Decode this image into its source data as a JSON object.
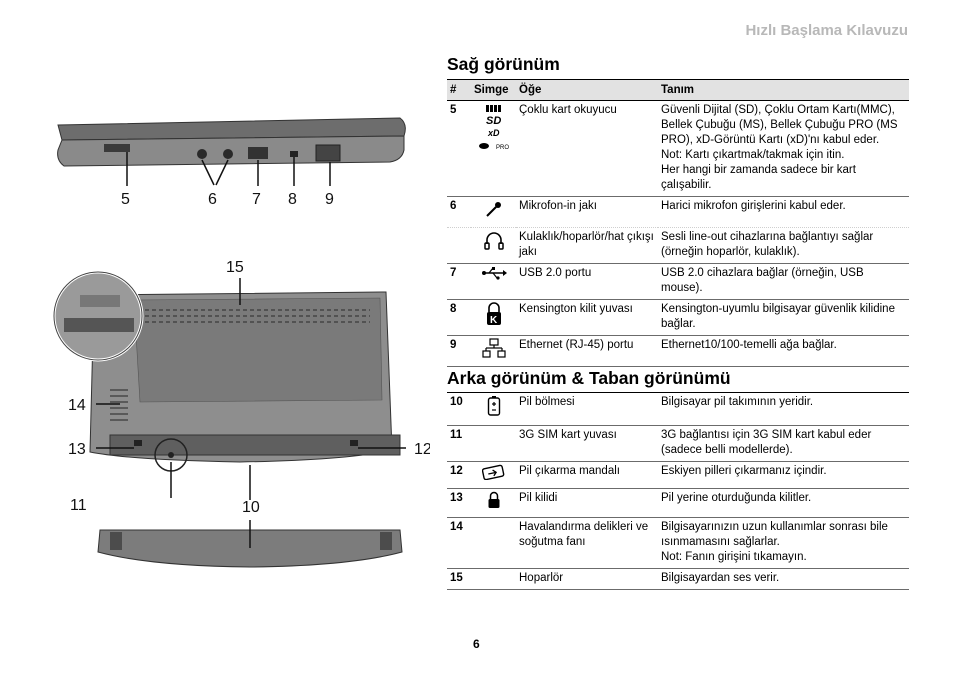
{
  "header": {
    "title": "Hızlı Başlama Kılavuzu"
  },
  "section_right": {
    "title": "Sağ görünüm",
    "columns": [
      "#",
      "Simge",
      "Öğe",
      "Tanım"
    ],
    "rows": [
      {
        "num": "5",
        "icon": "card-reader-icons",
        "item": "Çoklu kart okuyucu",
        "desc": "Güvenli Dijital (SD), Çoklu Ortam Kartı(MMC), Bellek Çubuğu (MS), Bellek Çubuğu PRO (MS PRO), xD-Görüntü Kartı (xD)'nı kabul eder.\nNot: Kartı çıkartmak/takmak için itin.\nHer hangi bir zamanda sadece bir kart çalışabilir."
      },
      {
        "num": "6",
        "icon": "microphone-icon",
        "item": "Mikrofon-in jakı",
        "desc": "Harici mikrofon girişlerini kabul eder."
      },
      {
        "num": "",
        "icon": "headphones-icon",
        "item": "Kulaklık/hoparlör/hat çıkışı jakı",
        "desc": "Sesli line-out cihazlarına bağlantıyı sağlar (örneğin hoparlör, kulaklık)."
      },
      {
        "num": "7",
        "icon": "usb-icon",
        "item": "USB 2.0 portu",
        "desc": "USB 2.0 cihazlara bağlar (örneğin, USB mouse)."
      },
      {
        "num": "8",
        "icon": "kensington-lock-icon",
        "item": "Kensington kilit yuvası",
        "desc": "Kensington-uyumlu bilgisayar güvenlik kilidine bağlar."
      },
      {
        "num": "9",
        "icon": "ethernet-icon",
        "item": "Ethernet (RJ-45) portu",
        "desc": "Ethernet10/100-temelli ağa bağlar."
      }
    ]
  },
  "section_rear": {
    "title": "Arka görünüm & Taban görünümü",
    "rows": [
      {
        "num": "10",
        "icon": "battery-icon",
        "item": "Pil bölmesi",
        "desc": "Bilgisayar pil takımının yeridir."
      },
      {
        "num": "11",
        "icon": "",
        "item": "3G SIM kart yuvası",
        "desc": "3G bağlantısı için 3G SIM kart kabul eder (sadece belli modellerde)."
      },
      {
        "num": "12",
        "icon": "battery-release-icon",
        "item": "Pil çıkarma mandalı",
        "desc": "Eskiyen pilleri çıkarmanız içindir."
      },
      {
        "num": "13",
        "icon": "battery-lock-icon",
        "item": "Pil kilidi",
        "desc": "Pil yerine oturduğunda kilitler."
      },
      {
        "num": "14",
        "icon": "",
        "item": "Havalandırma delikleri ve soğutma fanı",
        "desc": "Bilgisayarınızın uzun kullanımlar sonrası bile ısınmamasını sağlarlar.\nNot: Fanın girişini tıkamayın."
      },
      {
        "num": "15",
        "icon": "",
        "item": "Hoparlör",
        "desc": "Bilgisayardan ses verir."
      }
    ]
  },
  "card_icon_label": "PRO",
  "kensington_letter": "K",
  "figure": {
    "callouts_side": [
      "5",
      "6",
      "7",
      "8",
      "9"
    ],
    "callouts_bottom": [
      "15",
      "14",
      "13",
      "12",
      "11",
      "10"
    ]
  },
  "page_number": "6"
}
